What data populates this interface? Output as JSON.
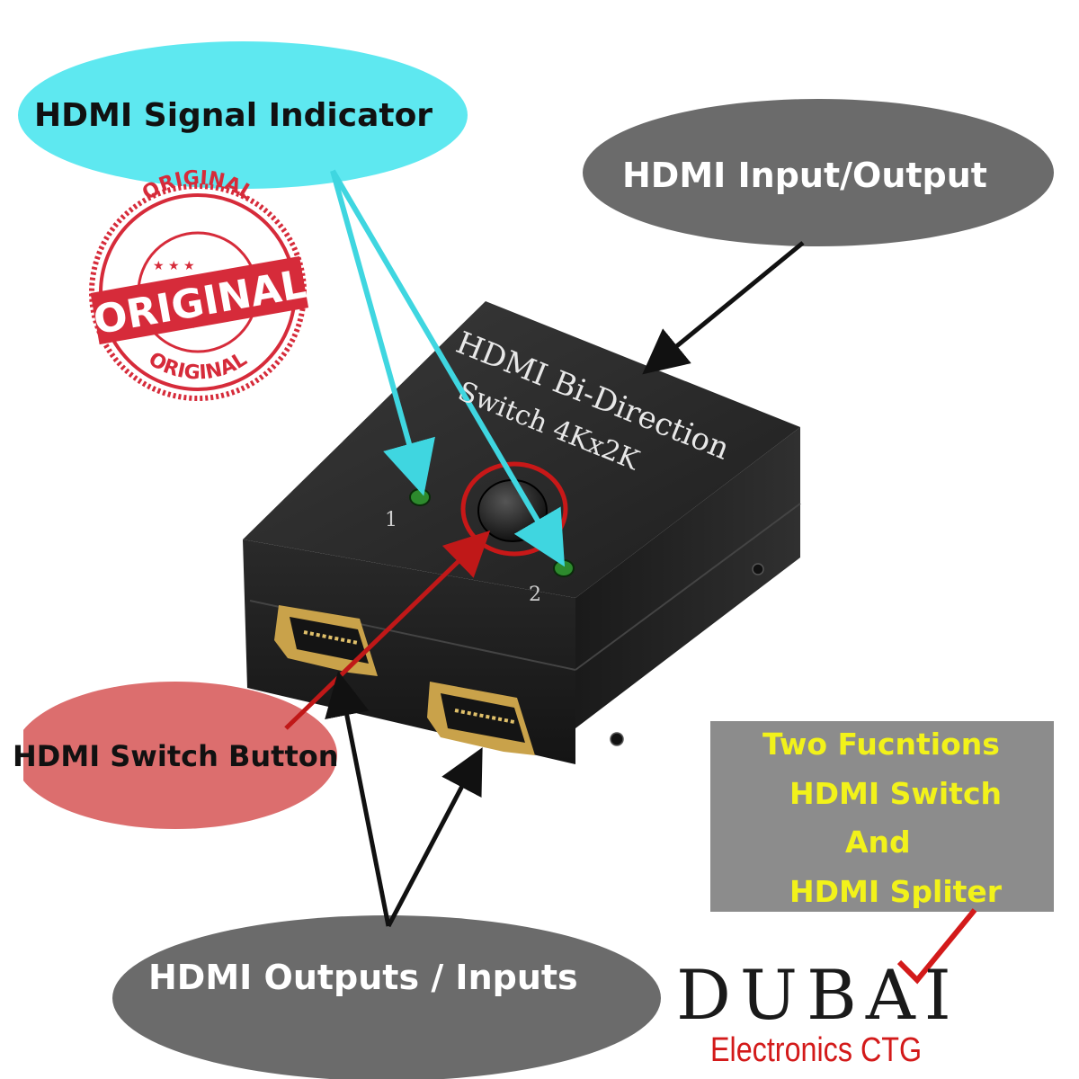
{
  "callouts": {
    "signal_indicator": "HDMI Signal Indicator",
    "input_output": "HDMI Input/Output",
    "switch_button": "HDMI Switch Button",
    "outputs_inputs": "HDMI Outputs / Inputs"
  },
  "device": {
    "label_line1": "HDMI Bi-Direction",
    "label_line2": "Switch 4Kx2K",
    "port_1": "1",
    "port_2": "2"
  },
  "stamp": {
    "top_text": "ORIGINAL",
    "center_text": "ORIGINAL",
    "bottom_text": "ORIGINAL"
  },
  "functions_box": {
    "line1": "Two Fucntions",
    "line2": "HDMI Switch",
    "line3": "And",
    "line4": "HDMI Spliter"
  },
  "brand": {
    "name": "DUBAI",
    "subtitle": "Electronics CTG"
  },
  "colors": {
    "signal_bubble": "#5ee8f0",
    "grey_bubble": "#6b6b6b",
    "button_bubble": "#dc6e6e",
    "stamp_red": "#d62b3a",
    "box_grey": "#8c8c8c",
    "box_text": "#f2f21a",
    "brand_red": "#d31a1a",
    "device_black": "#1c1c1c",
    "led_green": "#2d8a2d"
  }
}
